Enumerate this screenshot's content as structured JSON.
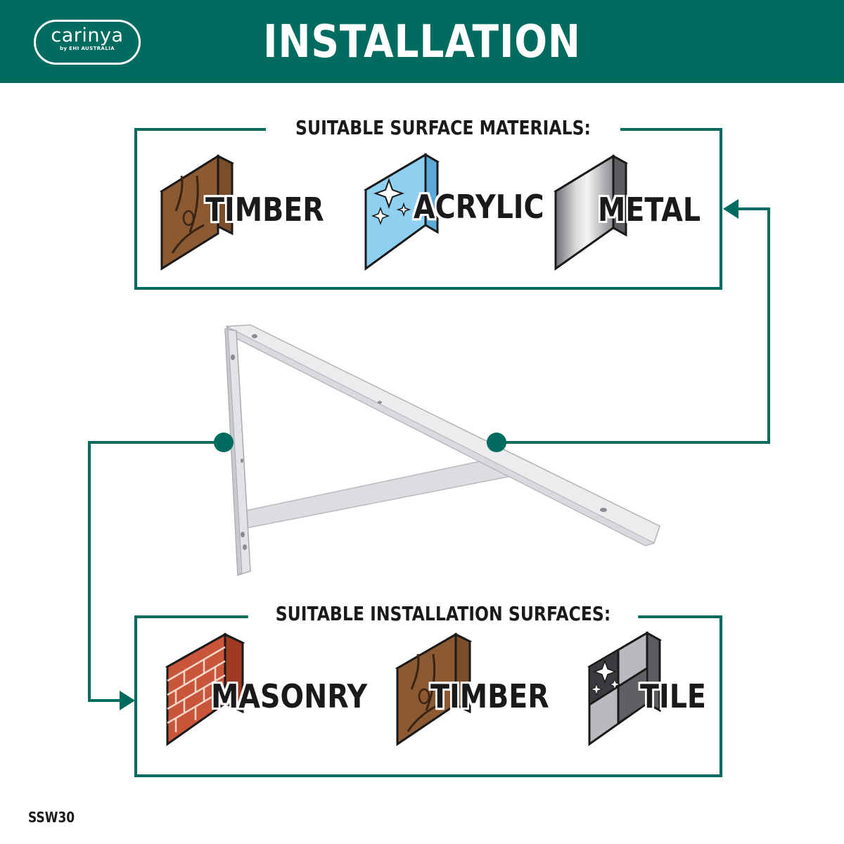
{
  "header": {
    "title": "INSTALLATION",
    "logo": {
      "name": "carinya",
      "tagline": "by EHI AUSTRALIA"
    }
  },
  "materials": {
    "heading": "SUITABLE SURFACE MATERIALS:",
    "items": [
      {
        "label": "TIMBER",
        "icon": "timber-board-icon"
      },
      {
        "label": "ACRYLIC",
        "icon": "acrylic-panel-icon"
      },
      {
        "label": "METAL",
        "icon": "metal-panel-icon"
      }
    ]
  },
  "surfaces": {
    "heading": "SUITABLE INSTALLATION SURFACES:",
    "items": [
      {
        "label": "MASONRY",
        "icon": "brick-wall-icon"
      },
      {
        "label": "TIMBER",
        "icon": "timber-board-icon"
      },
      {
        "label": "TILE",
        "icon": "tile-panel-icon"
      }
    ]
  },
  "product_code": "SSW30",
  "colors": {
    "brand": "#006b5f",
    "text": "#1a1a1a"
  }
}
